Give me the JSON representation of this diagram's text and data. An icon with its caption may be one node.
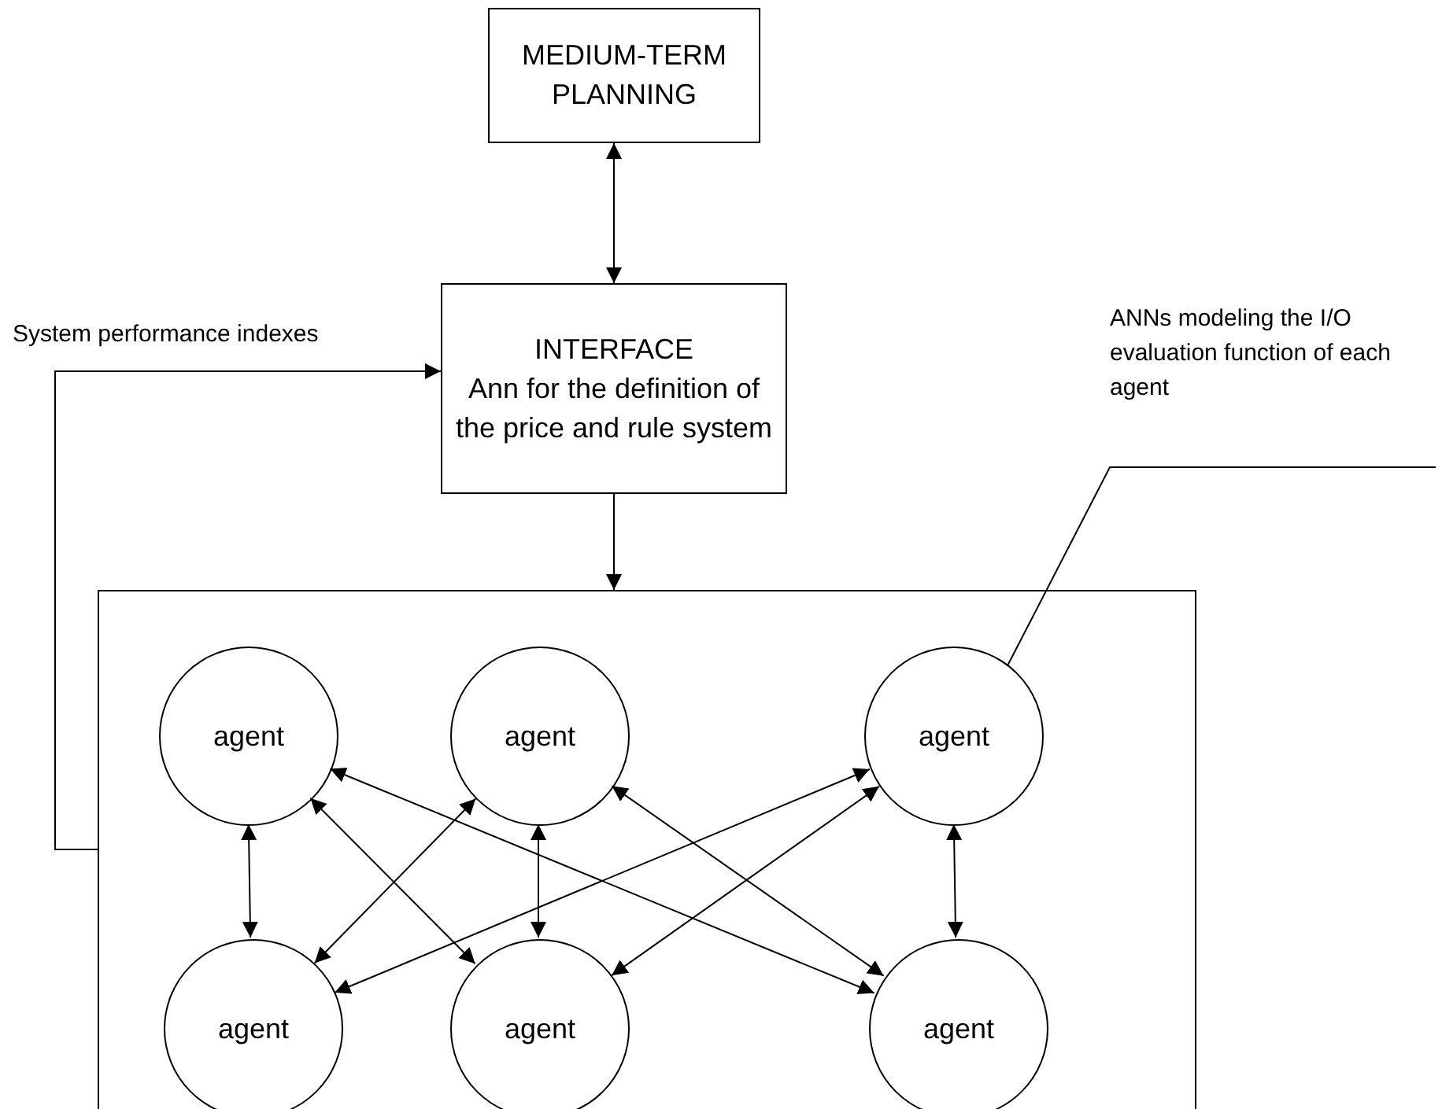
{
  "diagram": {
    "nodes": [
      {
        "text": [
          "MEDIUM-TERM PLANNING"
        ]
      },
      {
        "text": [
          "INTERFACE",
          "Ann for the definition of the price and rule system"
        ]
      },
      {
        "text": [],
        "shape": "box"
      },
      {
        "text": [
          "agent"
        ],
        "in": 2
      },
      {
        "text": [
          "agent"
        ],
        "in": 2
      },
      {
        "text": [
          "agent"
        ],
        "in": 2
      },
      {
        "text": [
          "agent"
        ],
        "in": 2
      },
      {
        "text": [
          "agent"
        ],
        "in": 2
      },
      {
        "text": [
          "agent"
        ],
        "in": 2
      },
      {
        "text": [
          "ANNs modeling the I/O evaluation function of each agent"
        ]
      }
    ],
    "edges": [
      {
        "from": 0,
        "to": 1,
        "arrow": "both"
      },
      {
        "from": 1,
        "to": 2,
        "arrow": "to"
      },
      {
        "from": 2,
        "to": 1,
        "arrow": "to",
        "label": "System performance indexes"
      },
      {
        "from": 3,
        "to": 6,
        "arrow": "both"
      },
      {
        "from": 4,
        "to": 7,
        "arrow": "both"
      },
      {
        "from": 5,
        "to": 8,
        "arrow": "both"
      },
      {
        "from": 3,
        "to": 7,
        "arrow": "both"
      },
      {
        "from": 3,
        "to": 8,
        "arrow": "both"
      },
      {
        "from": 4,
        "to": 6,
        "arrow": "both"
      },
      {
        "from": 4,
        "to": 8,
        "arrow": "both"
      },
      {
        "from": 5,
        "to": 6,
        "arrow": "both"
      },
      {
        "from": 5,
        "to": 7,
        "arrow": "both"
      },
      {
        "from": 9,
        "to": 5,
        "arrow": "none"
      }
    ]
  }
}
